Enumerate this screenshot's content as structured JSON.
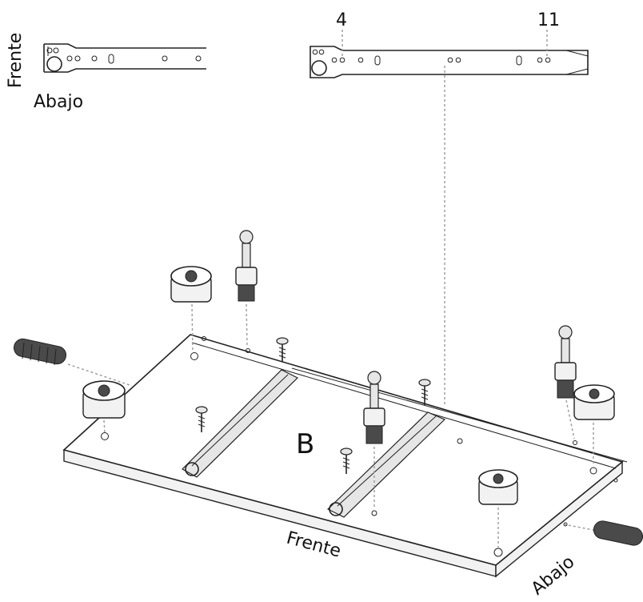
{
  "labels": {
    "small_rail_front": "Frente",
    "small_rail_bottom": "Abajo",
    "hole_4": "4",
    "hole_11": "11",
    "panel_letter": "B",
    "panel_front": "Frente",
    "panel_bottom": "Abajo"
  }
}
